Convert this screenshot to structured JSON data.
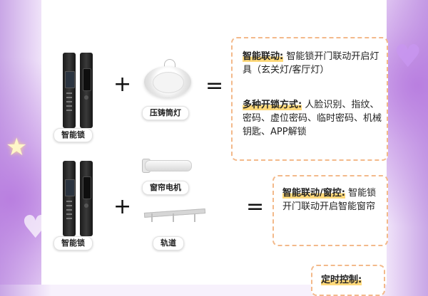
{
  "row1": {
    "lock_label": "智能锁",
    "plus": "+",
    "device_label": "压铸筒灯",
    "equals": "=",
    "box": {
      "feature1_title": "智能联动:",
      "feature1_text": "智能锁开门联动开启灯具（玄关灯/客厅灯）",
      "feature2_title": "多种开锁方式:",
      "feature2_text": "人脸识别、指纹、密码、虚位密码、临时密码、机械钥匙、APP解锁"
    }
  },
  "row2": {
    "lock_label": "智能锁",
    "plus": "+",
    "device1_label": "窗帘电机",
    "device2_label": "轨道",
    "equals": "=",
    "box": {
      "feature_title": "智能联动/窗控:",
      "feature_text": "智能锁开门联动开启智能窗帘"
    }
  },
  "row3": {
    "box_title": "定时控制:"
  }
}
